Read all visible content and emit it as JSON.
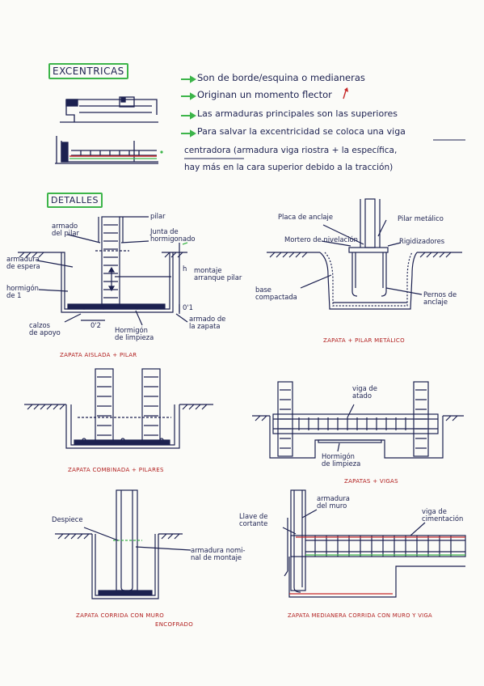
{
  "colors": {
    "ink": "#1c2150",
    "accent_green": "#3db54a",
    "caption_red": "#b11d1d",
    "rebar_red": "#c62828"
  },
  "excentricas": {
    "heading": "EXCENTRICAS",
    "bullets": [
      "Son de borde/esquina o medianeras",
      "Originan un momento flector",
      "Las armaduras principales son las superiores",
      "Para salvar la excentricidad se coloca una viga"
    ],
    "continuation_line1": "centradora (armadura viga riostra + la específica,",
    "continuation_line2": "hay más en la cara superior debido a la tracción)"
  },
  "detalles": {
    "heading": "DETALLES",
    "fig1": {
      "labels": {
        "armado_pilar": "armado\ndel pilar",
        "pilar": "pilar",
        "junta": "Junta de\nhormigonado",
        "armadura_espera": "armadura\nde espera",
        "hormigon": "hormigón\nde 1",
        "h": "h",
        "montaje": "montaje\narranque pilar",
        "calzos": "calzos\nde apoyo",
        "o2": "0'2",
        "limpieza": "Hormigón\nde limpieza",
        "armado_zapata": "armado de\nla zapata",
        "o1": "0'1"
      },
      "caption": "ZAPATA AISLADA + PILAR"
    },
    "fig2": {
      "labels": {
        "placa": "Placa de anclaje",
        "pilar_metalico": "Pilar metálico",
        "mortero": "Mortero de nivelación",
        "rigidizadores": "Rigidizadores",
        "base": "base\ncompactada",
        "pernos": "Pernos de\nanclaje"
      },
      "caption": "ZAPATA + PILAR METÁLICO"
    },
    "fig3": {
      "caption": "ZAPATA COMBINADA + PILARES"
    },
    "fig4": {
      "labels": {
        "viga_atado": "viga de\natado",
        "hormigon_limpieza": "Hormigón\nde limpieza"
      },
      "caption": "ZAPATAS + VIGAS"
    },
    "fig5": {
      "labels": {
        "despiece": "Despiece",
        "armadura_nominal": "armadura nomi-\nnal de montaje"
      },
      "caption_line1": "ZAPATA CORRIDA CON MURO",
      "caption_line2": "ENCOFRADO"
    },
    "fig6": {
      "labels": {
        "llave": "Llave de\ncortante",
        "armadura_muro": "armadura\ndel muro",
        "viga_cimentacion": "viga de\ncimentación"
      },
      "caption": "ZAPATA MEDIANERA CORRIDA CON MURO Y VIGA"
    }
  }
}
